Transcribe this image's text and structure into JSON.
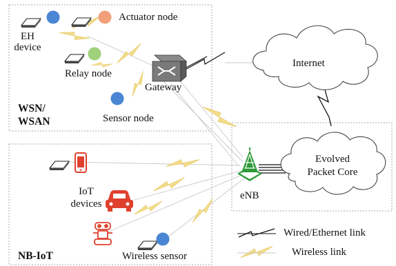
{
  "wsn": {
    "title_line1": "WSN/",
    "title_line2": "WSAN",
    "eh_device_line1": "EH",
    "eh_device_line2": "device",
    "actuator_node": "Actuator node",
    "relay_node": "Relay node",
    "gateway": "Gateway",
    "sensor_node": "Sensor node"
  },
  "nbiot": {
    "title": "NB-IoT",
    "iot_devices_line1": "IoT",
    "iot_devices_line2": "devices",
    "wireless_sensor": "Wireless sensor"
  },
  "core": {
    "internet": "Internet",
    "epc_line1": "Evolved",
    "epc_line2": "Packet Core",
    "enb": "eNB"
  },
  "legend": {
    "wired": "Wired/Ethernet link",
    "wireless": "Wireless link"
  },
  "colors": {
    "node_blue": "#4a86d4",
    "node_orange": "#f2a07a",
    "node_green": "#9fd07c",
    "device_red": "#e0402e",
    "enb_green": "#2e9a3a",
    "bolt_yellow": "#f3dc8c",
    "box_border": "#a8a8a8"
  }
}
